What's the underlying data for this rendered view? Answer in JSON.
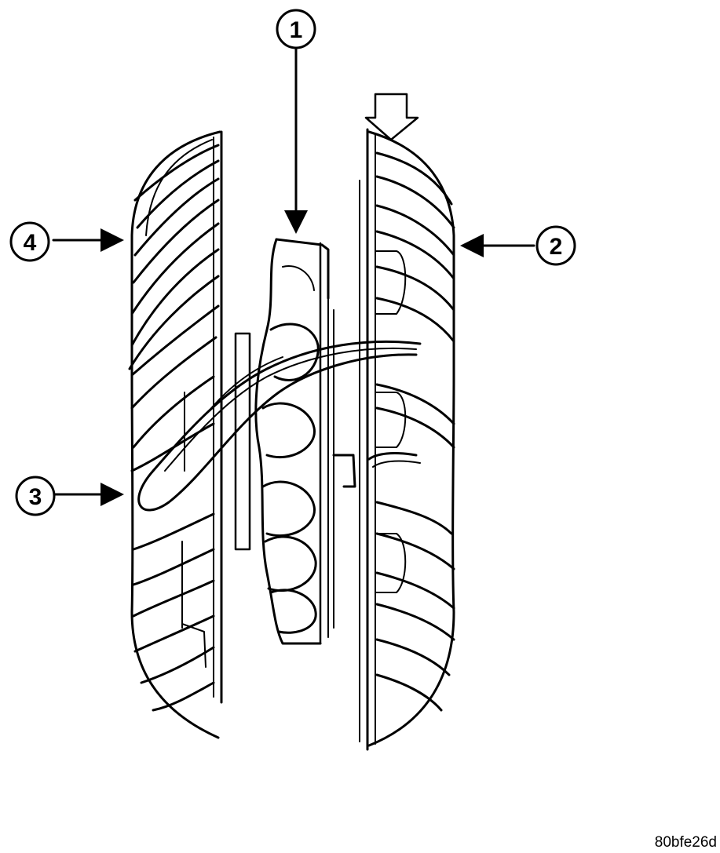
{
  "figure_id": "80bfe26d",
  "callouts": [
    {
      "number": "1"
    },
    {
      "number": "2"
    },
    {
      "number": "3"
    },
    {
      "number": "4"
    }
  ]
}
